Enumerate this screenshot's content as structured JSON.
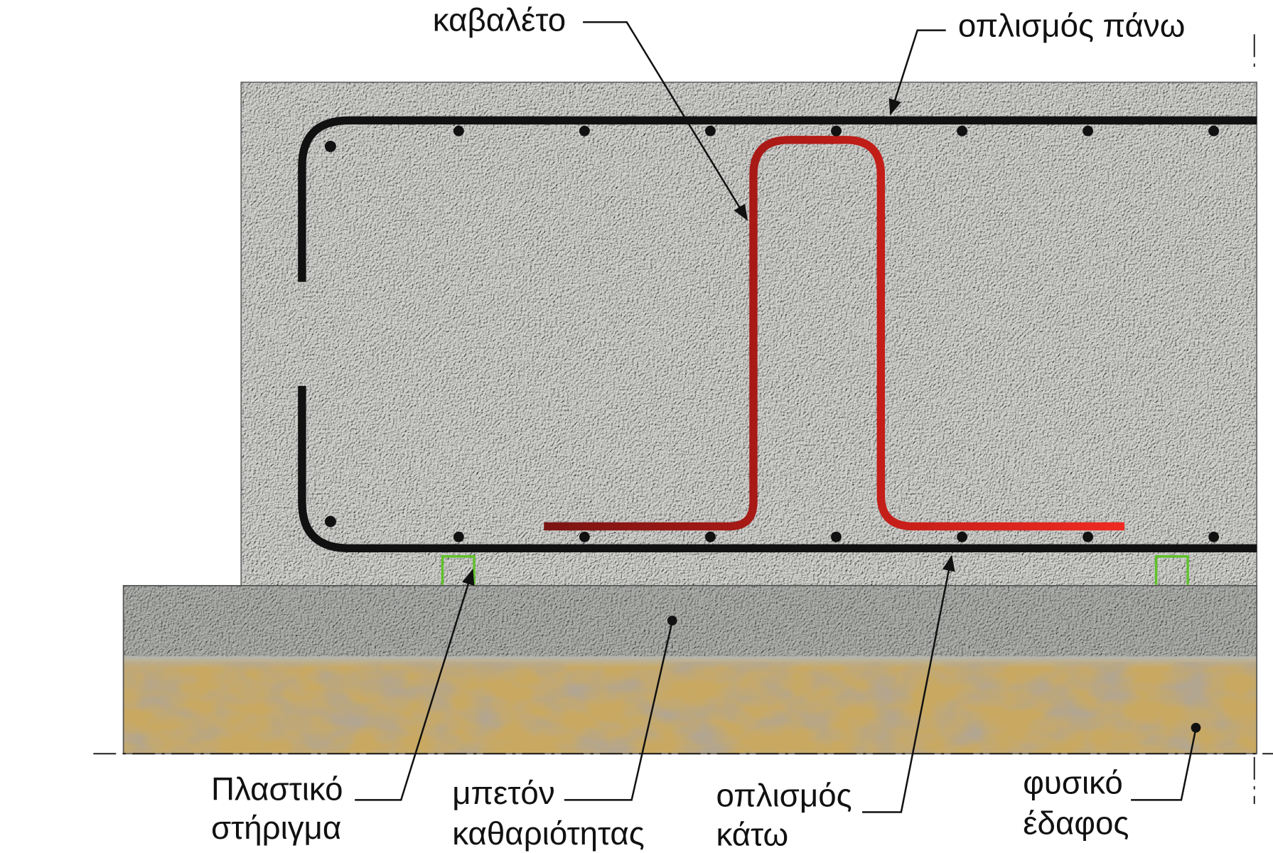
{
  "labels": {
    "chair": "καβαλέτο",
    "top_rebar": "οπλισμός πάνω",
    "plastic_support_1": "Πλαστικό",
    "plastic_support_2": "στήριγμα",
    "blinding_concrete_1": "μπετόν",
    "blinding_concrete_2": "καθαριότητας",
    "bottom_rebar_1": "οπλισμός",
    "bottom_rebar_2": "κάτω",
    "natural_ground_1": "φυσικό",
    "natural_ground_2": "έδαφος"
  },
  "colors": {
    "rebar": "#111111",
    "chair_dark": "#7a1412",
    "chair_light": "#e8221c",
    "support": "#5fc22a",
    "concrete": "#d9d9d6",
    "blinding": "#b4b6b2",
    "soil": "#c9a962"
  }
}
